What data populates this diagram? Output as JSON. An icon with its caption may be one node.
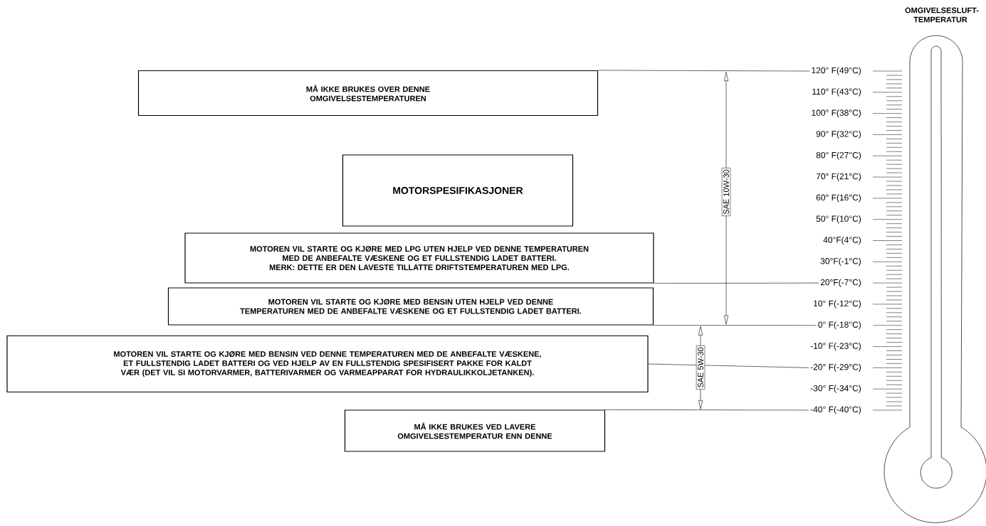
{
  "diagram": {
    "nodes": [
      {
        "text": [
          "MÅ IKKE BRUKES OVER DENNE OMGIVELSESTEMPERATUREN"
        ]
      },
      {
        "text": [
          "MOTORSPESIFIKASJONER"
        ]
      },
      {
        "text": [
          "MOTOREN VIL STARTE OG KJØRE MED LPG UTEN HJELP VED DENNE TEMPERATUREN MED DE ANBEFALTE VÆSKENE OG ET FULLSTENDIG LADET BATTERI.     MERK: DETTE ER DEN LAVESTE TILLATTE DRIFTSTEMPERATUREN MED LPG."
        ]
      },
      {
        "text": [
          "MOTOREN VIL STARTE OG KJØRE MED BENSIN UTEN HJELP VED DENNE TEMPERATUREN MED DE ANBEFALTE VÆSKENE OG ET FULLSTENDIG LADET BATTERI."
        ]
      },
      {
        "text": [
          "MOTOREN VIL STARTE OG KJØRE MED BENSIN VED DENNE TEMPERATUREN MED DE ANBEFALTE VÆSKENE, ET FULLSTENDIG LADET BATTERI OG VED HJELP AV EN FULLSTENDIG SPESIFISERT PAKKE FOR KALDT VÆR (DET VIL SI MOTORVARMER, BATTERIVARMER OG VARMEAPPARAT FOR HYDRAULIKKOLJETANKEN)."
        ]
      },
      {
        "text": [
          "MÅ IKKE BRUKES VED LAVERE OMGIVELSESTEMPERATUR ENN DENNE"
        ]
      },
      {
        "text": [
          "120° F(49°C)"
        ]
      },
      {
        "text": [
          "110° F(43°C)"
        ]
      },
      {
        "text": [
          "100° F(38°C)"
        ]
      },
      {
        "text": [
          "90° F(32°C)"
        ]
      },
      {
        "text": [
          "80° F(27°C)"
        ]
      },
      {
        "text": [
          "70° F(21°C)"
        ]
      },
      {
        "text": [
          "60° F(16°C)"
        ]
      },
      {
        "text": [
          "50° F(10°C)"
        ]
      },
      {
        "text": [
          "40°F(4°C)"
        ]
      },
      {
        "text": [
          "30°F(-1°C)"
        ]
      },
      {
        "text": [
          "20°F(-7°C)"
        ]
      },
      {
        "text": [
          "10° F(-12°C)"
        ]
      },
      {
        "text": [
          "0° F(-18°C)"
        ]
      },
      {
        "text": [
          "-10° F(-23°C)"
        ]
      },
      {
        "text": [
          "-20° F(-29°C)"
        ]
      },
      {
        "text": [
          "-30° F(-34°C)"
        ]
      },
      {
        "text": [
          "-40° F(-40°C)"
        ]
      },
      {
        "text": [
          "OMGIVELSESLUFT-TEMPERATUR"
        ]
      }
    ],
    "edges": [
      {
        "from": 0,
        "to": 6,
        "arrow": "none"
      },
      {
        "from": 2,
        "to": 16,
        "arrow": "none"
      },
      {
        "from": 3,
        "to": 18,
        "arrow": "none"
      },
      {
        "from": 4,
        "to": 20,
        "arrow": "none"
      },
      {
        "from": 5,
        "to": 22,
        "arrow": "none"
      }
    ],
    "labels": [
      "SAE 10W-30",
      "SAE 5W-30"
    ]
  }
}
